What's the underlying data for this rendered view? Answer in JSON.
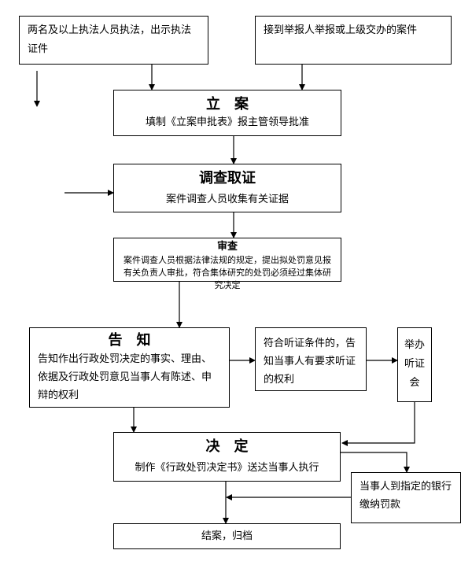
{
  "nodes": {
    "enforce_id": {
      "text": "两名及以上执法人员执法，出示执法证件"
    },
    "report": {
      "text": "接到举报人举报或上级交办的案件"
    },
    "filing": {
      "title": "立　案",
      "desc": "填制《立案申批表》报主管领导批准"
    },
    "investigation": {
      "title": "调查取证",
      "desc": "案件调查人员收集有关证据"
    },
    "review": {
      "title": "审查",
      "desc": "案件调查人员根据法律法规的规定，提出拟处罚意见报有关负责人审批，符合集体研究的处罚必须经过集体研究决定"
    },
    "notify": {
      "title": "告　知",
      "desc": "告知作出行政处罚决定的事实、理由、依据及行政处罚意见当事人有陈述、申辩的权利"
    },
    "hearing_cond": {
      "text": "符合听证条件的，告知当事人有要求听证的权利"
    },
    "hearing": {
      "text": "举办听证会"
    },
    "decision": {
      "title": "决　定",
      "desc": "制作《行政处罚决定书》送达当事人执行"
    },
    "payment": {
      "text": "当事人到指定的银行缴纳罚款"
    },
    "close": {
      "text": "结案，归档"
    }
  }
}
